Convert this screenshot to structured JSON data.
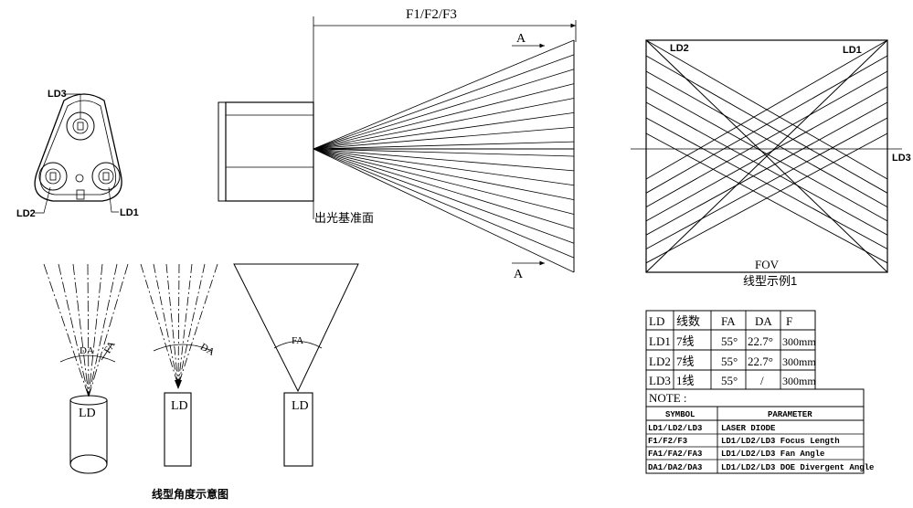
{
  "module": {
    "ld3": "LD3",
    "ld2": "LD2",
    "ld1": "LD1"
  },
  "side_view": {
    "dimension_label": "F1/F2/F3",
    "reference_label": "出光基准面",
    "section_marker": "A"
  },
  "fov_view": {
    "ld2": "LD2",
    "ld1": "LD1",
    "ld3": "LD3",
    "fov": "FOV",
    "caption": "线型示例1"
  },
  "angle_views": {
    "da": "DA",
    "fa": "FA",
    "ld": "LD",
    "caption": "线型角度示意图"
  },
  "spec_table": {
    "headers": [
      "LD",
      "线数",
      "FA",
      "DA",
      "F"
    ],
    "rows": [
      [
        "LD1",
        "7线",
        "55°",
        "22.7°",
        "300mm"
      ],
      [
        "LD2",
        "7线",
        "55°",
        "22.7°",
        "300mm"
      ],
      [
        "LD3",
        "1线",
        "55°",
        "/",
        "300mm"
      ]
    ]
  },
  "note_table": {
    "title": "NOTE :",
    "headers": [
      "SYMBOL",
      "PARAMETER"
    ],
    "rows": [
      [
        "LD1/LD2/LD3",
        "LASER DIODE"
      ],
      [
        "F1/F2/F3",
        "LD1/LD2/LD3 Focus Length"
      ],
      [
        "FA1/FA2/FA3",
        "LD1/LD2/LD3 Fan Angle"
      ],
      [
        "DA1/DA2/DA3",
        "LD1/LD2/LD3 DOE Divergent Angle"
      ]
    ]
  }
}
